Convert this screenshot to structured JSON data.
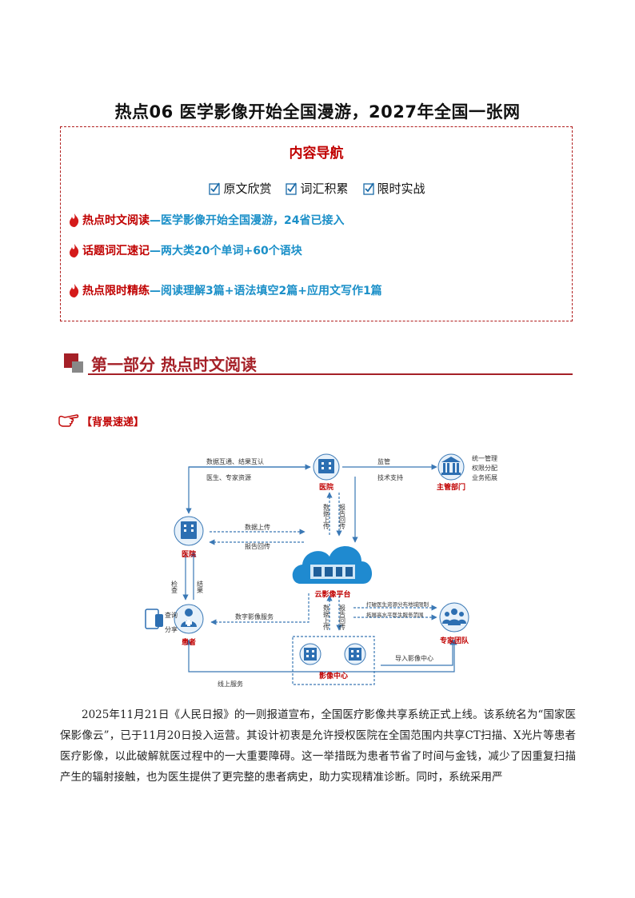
{
  "title": "热点06  医学影像开始全国漫游，2027年全国一张网",
  "nav": {
    "heading": "内容导航",
    "chips": [
      "原文欣赏",
      "词汇积累",
      "限时实战"
    ],
    "items": [
      {
        "label": "热点时文阅读",
        "desc": "—医学影像开始全国漫游，24省已接入"
      },
      {
        "label": "话题词汇速记",
        "desc": "—两大类20个单词+60个语块"
      },
      {
        "label": "热点限时精练",
        "desc": "—阅读理解3篇+语法填空2篇+应用文写作1篇"
      }
    ]
  },
  "section": {
    "title": "第一部分  热点时文阅读"
  },
  "background_label": "【背景速递】",
  "diagram": {
    "nodes": {
      "hospital_top": "医院",
      "authority": "主管部门",
      "hospital_left": "医院",
      "cloud": "云影像平台",
      "patient": "患者",
      "expert": "专家团队",
      "imaging_center": "影像中心"
    },
    "labels": {
      "mutual": "数据互通、结果互认",
      "resources": "医生、专家资源",
      "supervise": "监管",
      "tech": "技术支持",
      "unified": "统一管理",
      "perm": "权限分配",
      "biz": "业务拓展",
      "upload": "数据上传",
      "report_back": "报告回传",
      "v_upload": "数据上传",
      "v_report": "报告回传",
      "check": "检查",
      "result": "结果",
      "query": "查询",
      "share": "分享",
      "digital": "数字影像服务",
      "break_limit": "打破医生资源分布地域限制",
      "expand": "拓展高水平医生服务范围",
      "import": "导入影像中心",
      "online": "线上服务"
    }
  },
  "paragraph": "2025年11月21日《人民日报》的一则报道宣布，全国医疗影像共享系统正式上线。该系统名为“国家医保影像云”，已于11月20日投入运营。其设计初衷是允许授权医院在全国范围内共享CT扫描、X光片等患者医疗影像，以此破解就医过程中的一大重要障碍。这一举措既为患者节省了时间与金钱，减少了因重复扫描产生的辐射接触，也为医生提供了更完整的患者病史，助力实现精准诊断。同时，系统采用严"
}
